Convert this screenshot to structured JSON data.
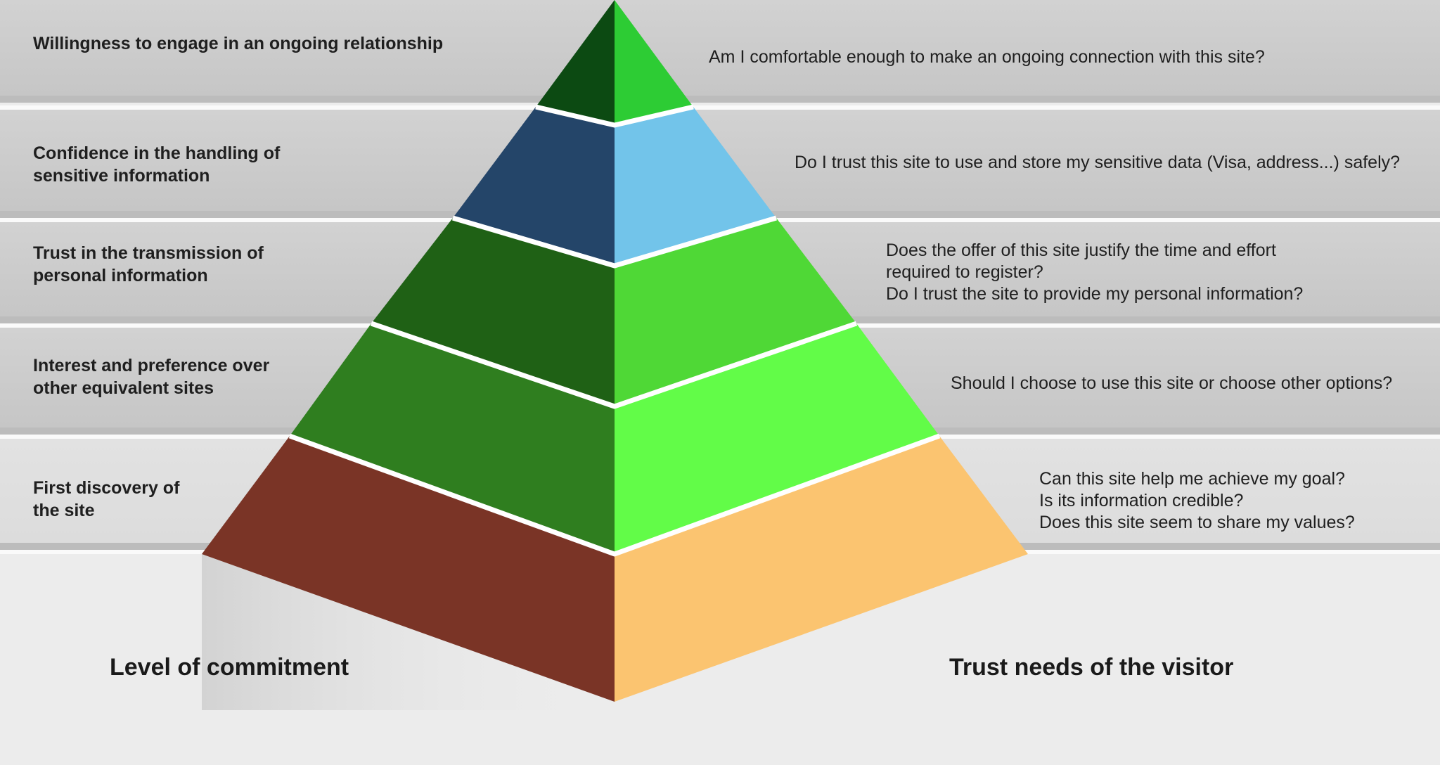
{
  "levels": [
    {
      "commitment": "Willingness to engage in an ongoing relationship",
      "trust_need": "Am I comfortable enough to make an ongoing connection with this site?",
      "color_dark": "#0c4a12",
      "color_light": "#2dcc34"
    },
    {
      "commitment": "Confidence in the handling of\nsensitive information",
      "trust_need": "Do I trust this site to use and store my sensitive data (Visa, address...) safely?",
      "color_dark": "#244569",
      "color_light": "#72c4ea"
    },
    {
      "commitment": "Trust in the transmission of\npersonal information",
      "trust_need": "Does the offer of this site justify the time and effort\nrequired to register?\nDo I trust the site to provide my personal information?",
      "color_dark": "#1f6115",
      "color_light": "#4fd836"
    },
    {
      "commitment": "Interest and preference over\nother equivalent sites",
      "trust_need": "Should I choose to use this site or choose other options?",
      "color_dark": "#2f7e1f",
      "color_light": "#62fc48"
    },
    {
      "commitment": "First discovery of\nthe site",
      "trust_need": "Can this site help me achieve my goal?\nIs its information credible?\nDoes this site seem to share my values?",
      "color_dark": "#7a3426",
      "color_light": "#fbc470"
    }
  ],
  "axis": {
    "left_title": "Level of commitment",
    "right_title": "Trust needs of the visitor"
  }
}
